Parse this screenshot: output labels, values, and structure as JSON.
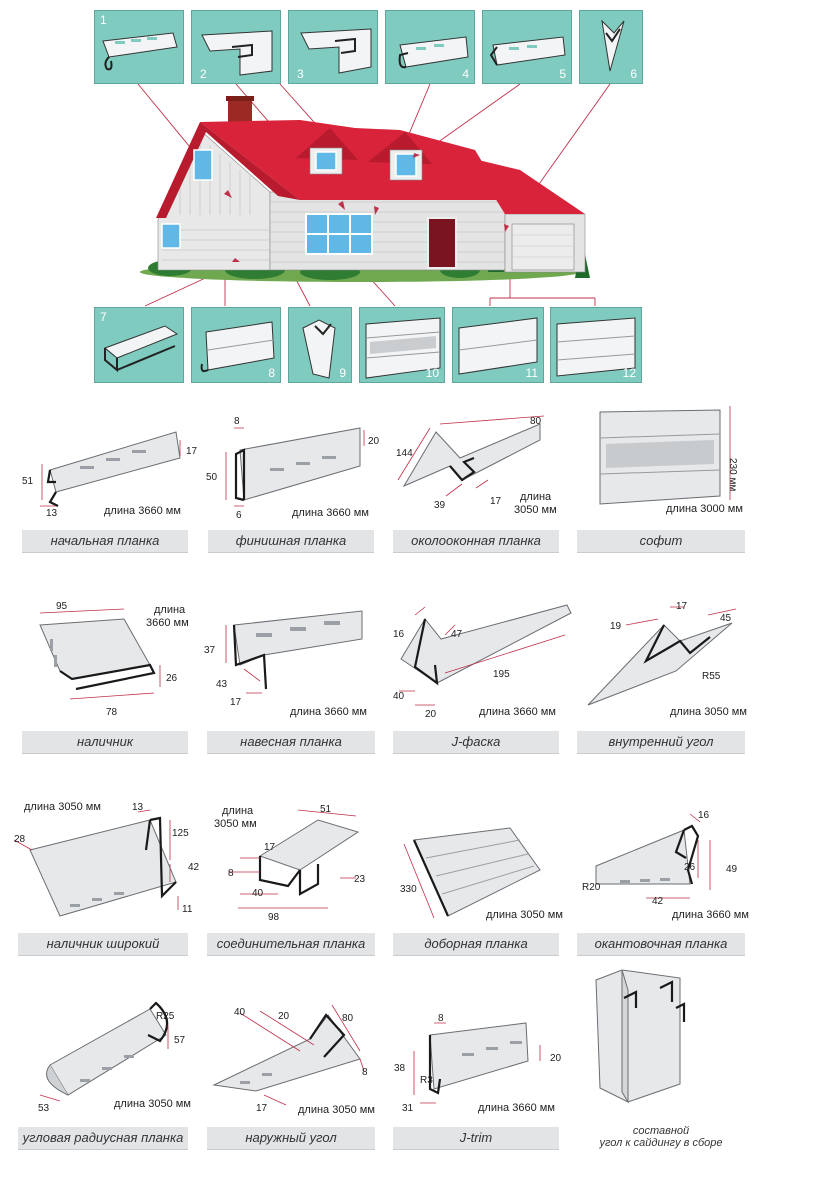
{
  "top_thumbnails": [
    "1",
    "2",
    "3",
    "4",
    "5",
    "6"
  ],
  "bottom_thumbnails": [
    "7",
    "8",
    "9",
    "10",
    "11",
    "12"
  ],
  "products": [
    {
      "label": "начальная планка",
      "length": "длина 3660 мм",
      "dims": [
        "51",
        "17",
        "13"
      ]
    },
    {
      "label": "финишная планка",
      "length": "длина 3660 мм",
      "dims": [
        "8",
        "20",
        "50",
        "6"
      ]
    },
    {
      "label": "околооконная планка",
      "length": "длина\n3050 мм",
      "length_lines": [
        "длина",
        "3050 мм"
      ],
      "dims": [
        "80",
        "144",
        "39",
        "17"
      ]
    },
    {
      "label": "софит",
      "length": "длина 3000 мм",
      "dims": [
        "230 мм"
      ]
    },
    {
      "label": "наличник",
      "length_lines": [
        "длина",
        "3660 мм"
      ],
      "dims": [
        "95",
        "26",
        "78"
      ]
    },
    {
      "label": "навесная планка",
      "length": "длина 3660 мм",
      "dims": [
        "37",
        "43",
        "17"
      ]
    },
    {
      "label": "J-фаска",
      "length": "длина 3660 мм",
      "dims": [
        "16",
        "47",
        "195",
        "40",
        "20"
      ]
    },
    {
      "label": "внутренний угол",
      "length": "длина 3050 мм",
      "dims": [
        "17",
        "19",
        "45",
        "R55"
      ]
    },
    {
      "label": "наличник широкий",
      "length": "длина 3050 мм",
      "dims": [
        "13",
        "28",
        "125",
        "42",
        "11"
      ]
    },
    {
      "label": "соединительная планка",
      "length_lines": [
        "длина",
        "3050 мм"
      ],
      "dims": [
        "51",
        "17",
        "8",
        "23",
        "40",
        "98"
      ]
    },
    {
      "label": "доборная планка",
      "length": "длина 3050 мм",
      "dims": [
        "330"
      ]
    },
    {
      "label": "окантовочная планка",
      "length": "длина 3660 мм",
      "dims": [
        "16",
        "26",
        "49",
        "R20",
        "42"
      ]
    },
    {
      "label": "угловая радиусная планка",
      "length": "длина 3050 мм",
      "dims": [
        "R25",
        "57",
        "53"
      ]
    },
    {
      "label": "наружный угол",
      "length": "длина 3050 мм",
      "dims": [
        "40",
        "20",
        "80",
        "8",
        "17"
      ]
    },
    {
      "label": "J-trim",
      "length": "длина 3660 мм",
      "dims": [
        "8",
        "38",
        "20",
        "R3",
        "31"
      ]
    },
    {
      "label_lines": [
        "составной",
        "угол к сайдингу в сборе"
      ]
    }
  ],
  "colors": {
    "thumb_bg": "#7fcbc0",
    "roof": "#d8233a",
    "wall": "#e4e4e4",
    "dim_line": "#c0304a",
    "label_bar": "#e2e4e6"
  }
}
